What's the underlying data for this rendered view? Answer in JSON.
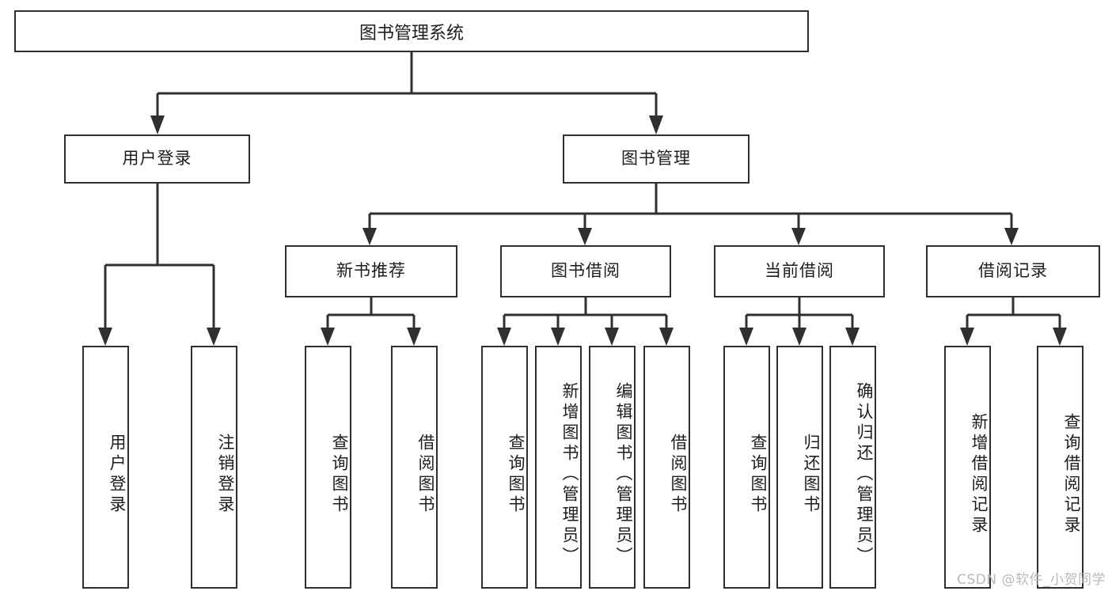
{
  "diagram": {
    "title": "图书管理系统",
    "type": "tree",
    "watermark": "CSDN @软件_小贺同学",
    "root": {
      "label": "图书管理系统"
    },
    "level2": [
      {
        "label": "用户登录"
      },
      {
        "label": "图书管理"
      }
    ],
    "level3": [
      {
        "label": "新书推荐"
      },
      {
        "label": "图书借阅"
      },
      {
        "label": "当前借阅"
      },
      {
        "label": "借阅记录"
      }
    ],
    "leaves": {
      "user_login": [
        {
          "label": "用户登录"
        },
        {
          "label": "注销登录"
        }
      ],
      "new_book_recommend": [
        {
          "label": "查询图书"
        },
        {
          "label": "借阅图书"
        }
      ],
      "book_borrow": [
        {
          "label": "查询图书"
        },
        {
          "label": "新增图书（管理员）"
        },
        {
          "label": "编辑图书（管理员）"
        },
        {
          "label": "借阅图书"
        }
      ],
      "current_borrow": [
        {
          "label": "查询图书"
        },
        {
          "label": "归还图书"
        },
        {
          "label": "确认归还（管理员）"
        }
      ],
      "borrow_record": [
        {
          "label": "新增借阅记录"
        },
        {
          "label": "查询借阅记录"
        }
      ]
    },
    "colors": {
      "stroke": "#2f2f2f",
      "fill": "#ffffff",
      "text": "#1d1d1d",
      "watermark": "#b9b9b9"
    }
  }
}
